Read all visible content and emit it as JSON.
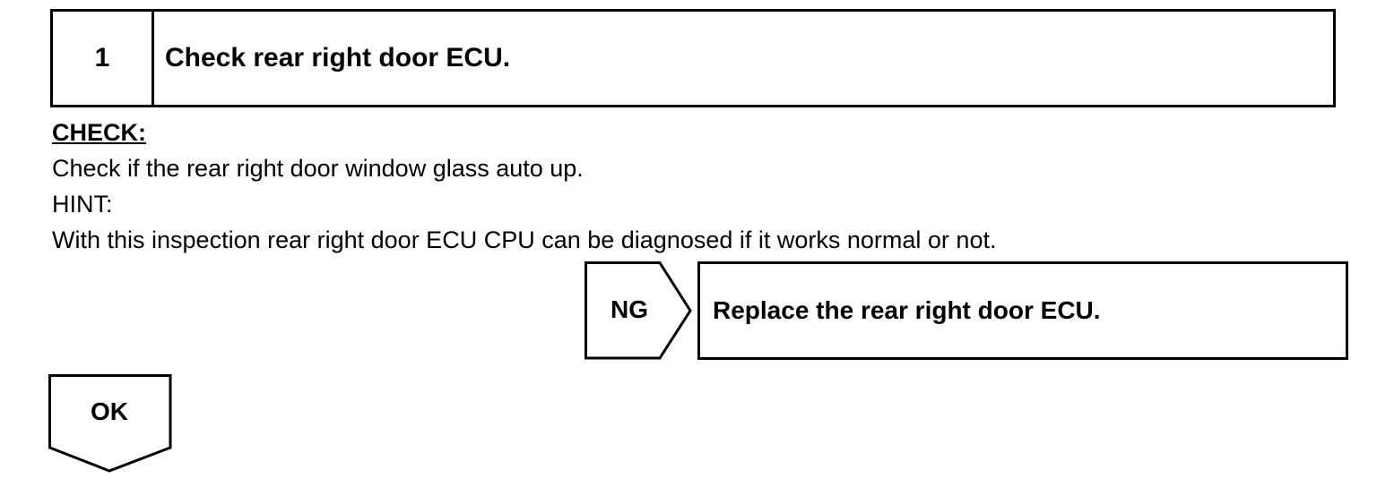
{
  "step": {
    "number": "1",
    "title": "Check rear right door ECU."
  },
  "check": {
    "label": "CHECK:",
    "instruction": "Check if the rear right door window glass auto up.",
    "hint_label": "HINT:",
    "hint_text": "With this inspection rear right door ECU CPU can be diagnosed if it works normal or not."
  },
  "ng_branch": {
    "label": "NG",
    "action": "Replace the rear right door ECU."
  },
  "ok_branch": {
    "label": "OK"
  }
}
